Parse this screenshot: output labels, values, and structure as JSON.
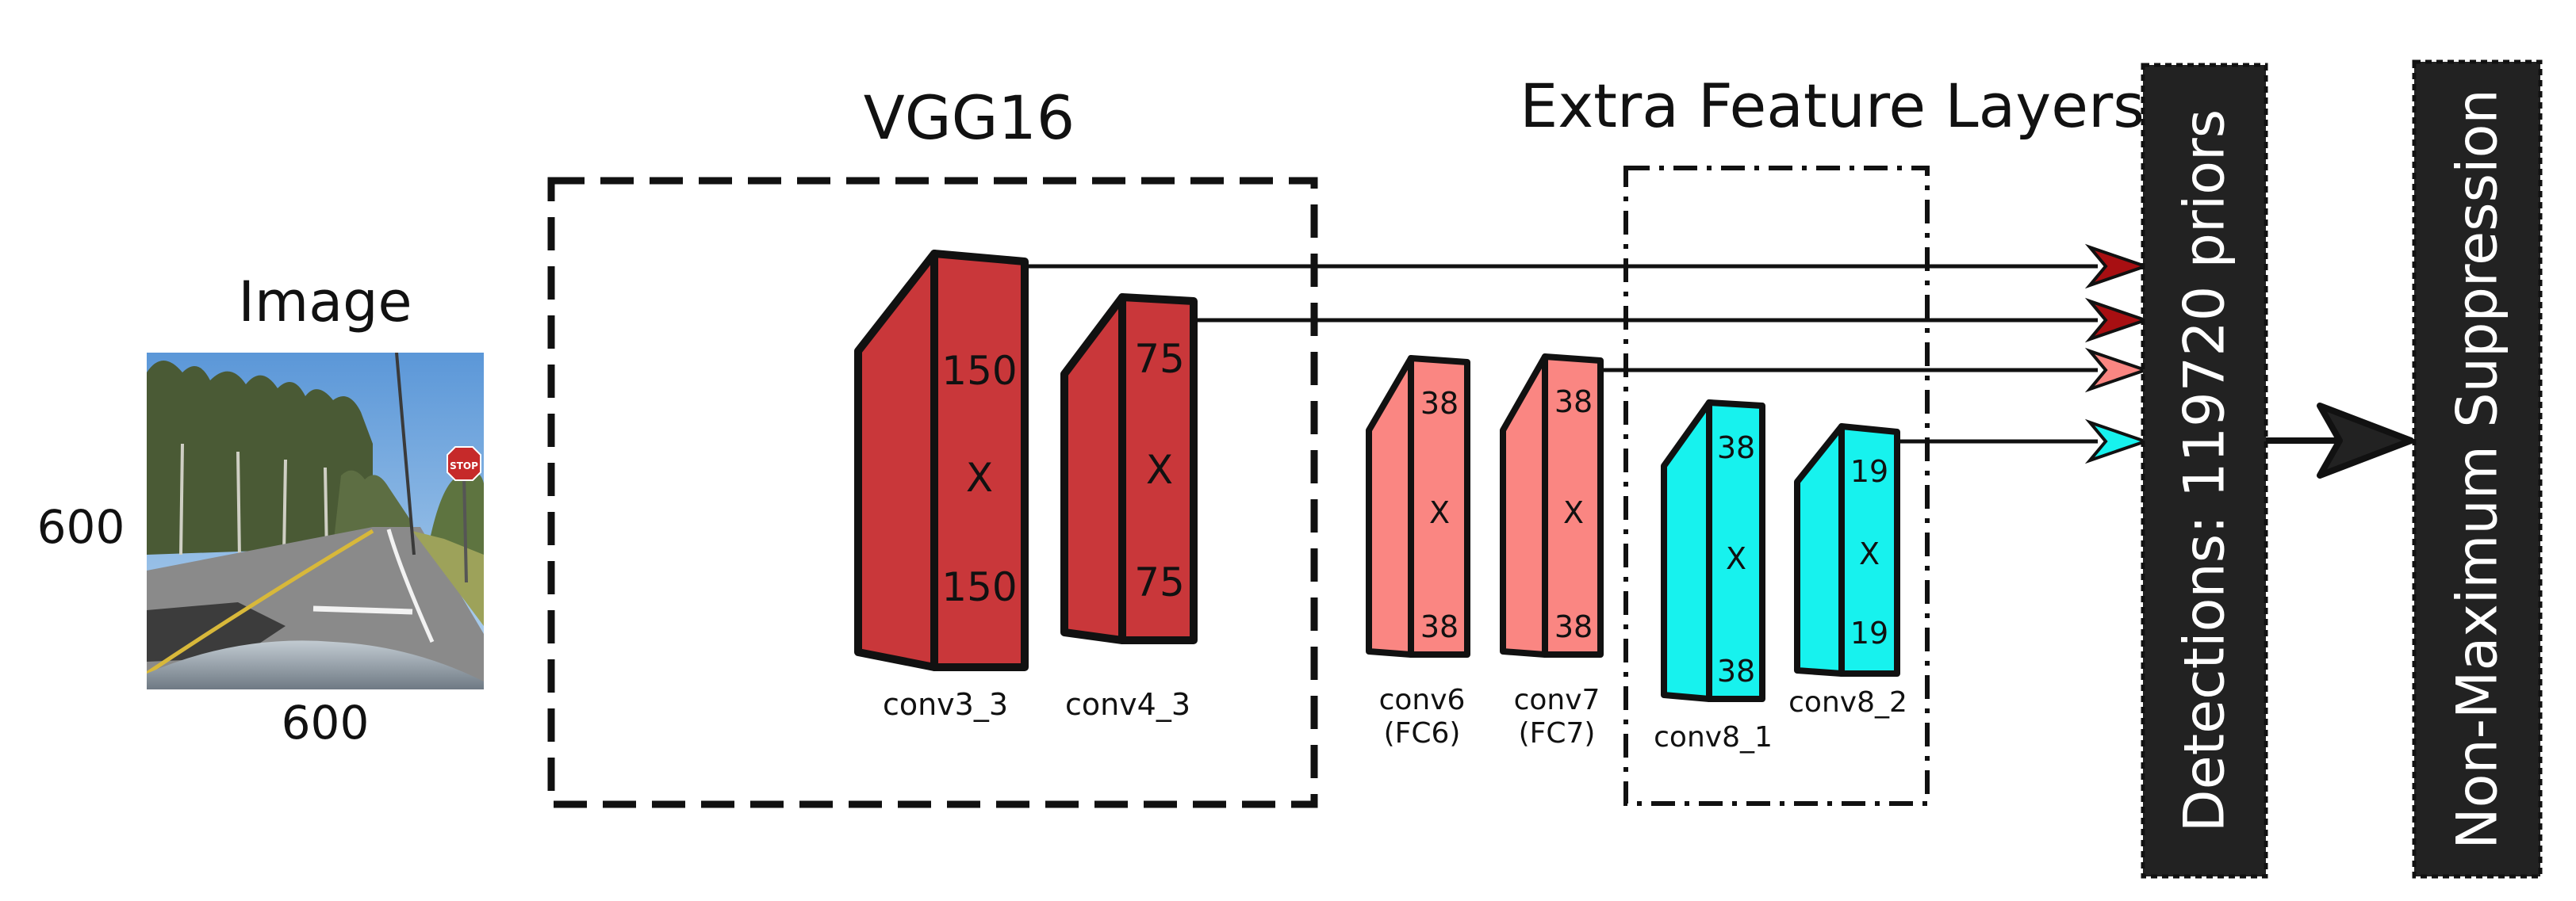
{
  "image": {
    "title": "Image",
    "height_label": "600",
    "width_label": "600",
    "colors": {
      "sky": "#6fa8e0",
      "trees": "#4a5a35",
      "road": "#8a8a8a",
      "car_hood": "#9aa4ad",
      "stop_sign": "#c62a2a"
    },
    "stop_sign_text": "STOP"
  },
  "groups": {
    "vgg": {
      "title": "VGG16"
    },
    "extra": {
      "title": "Extra Feature Layers"
    }
  },
  "layers": [
    {
      "id": "conv3_3",
      "name": "conv3_3",
      "sub": "",
      "top": "150",
      "mid": "X",
      "bottom": "150",
      "color": "#c9373a"
    },
    {
      "id": "conv4_3",
      "name": "conv4_3",
      "sub": "",
      "top": "75",
      "mid": "X",
      "bottom": "75",
      "color": "#c9373a"
    },
    {
      "id": "conv6",
      "name": "conv6",
      "sub": "(FC6)",
      "top": "38",
      "mid": "X",
      "bottom": "38",
      "color": "#fa8682"
    },
    {
      "id": "conv7",
      "name": "conv7",
      "sub": "(FC7)",
      "top": "38",
      "mid": "X",
      "bottom": "38",
      "color": "#fa8682"
    },
    {
      "id": "conv8_1",
      "name": "conv8_1",
      "sub": "",
      "top": "38",
      "mid": "X",
      "bottom": "38",
      "color": "#17f2ee"
    },
    {
      "id": "conv8_2",
      "name": "conv8_2",
      "sub": "",
      "top": "19",
      "mid": "X",
      "bottom": "19",
      "color": "#17f2ee"
    }
  ],
  "arrow_colors": {
    "dark_red": "#a80f12",
    "salmon": "#fa8682",
    "cyan": "#17f2ee",
    "output": "#222222"
  },
  "outputs": {
    "detections": {
      "label": "Detections: 119720 priors",
      "bg": "#222222",
      "text_color": "#ffffff"
    },
    "nms": {
      "label": "Non-Maximum Suppression",
      "bg": "#222222",
      "text_color": "#ffffff"
    }
  }
}
